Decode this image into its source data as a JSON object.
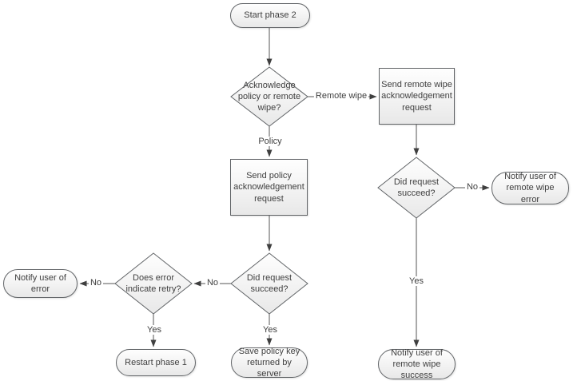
{
  "diagram": {
    "nodes": {
      "start": "Start phase 2",
      "ack_decision": "Acknowledge policy or remote wipe?",
      "send_remote_wipe": "Send remote wipe acknowledgement request",
      "send_policy": "Send policy acknowledgement request",
      "mid_succeed_decision": "Did request succeed?",
      "retry_decision": "Does error indicate retry?",
      "notify_error": "Notify user of error",
      "restart": "Restart phase 1",
      "save_key": "Save policy key returned by server",
      "right_succeed_decision": "Did request succeed?",
      "notify_wipe_error": "Notify user of remote wipe error",
      "notify_wipe_success": "Notify user of remote wipe success"
    },
    "edge_labels": {
      "remote_wipe": "Remote wipe",
      "policy": "Policy",
      "mid_no": "No",
      "retry_no": "No",
      "retry_yes": "Yes",
      "mid_yes": "Yes",
      "right_no": "No",
      "right_yes": "Yes"
    },
    "colors": {
      "background": "#ffffff",
      "shape_border": "#616467",
      "shape_fill_top": "#fefefe",
      "shape_fill_bottom": "#e8e8e8",
      "connector": "#545454",
      "arrowhead": "#3f3f3f",
      "text": "#3f3f3f"
    }
  }
}
